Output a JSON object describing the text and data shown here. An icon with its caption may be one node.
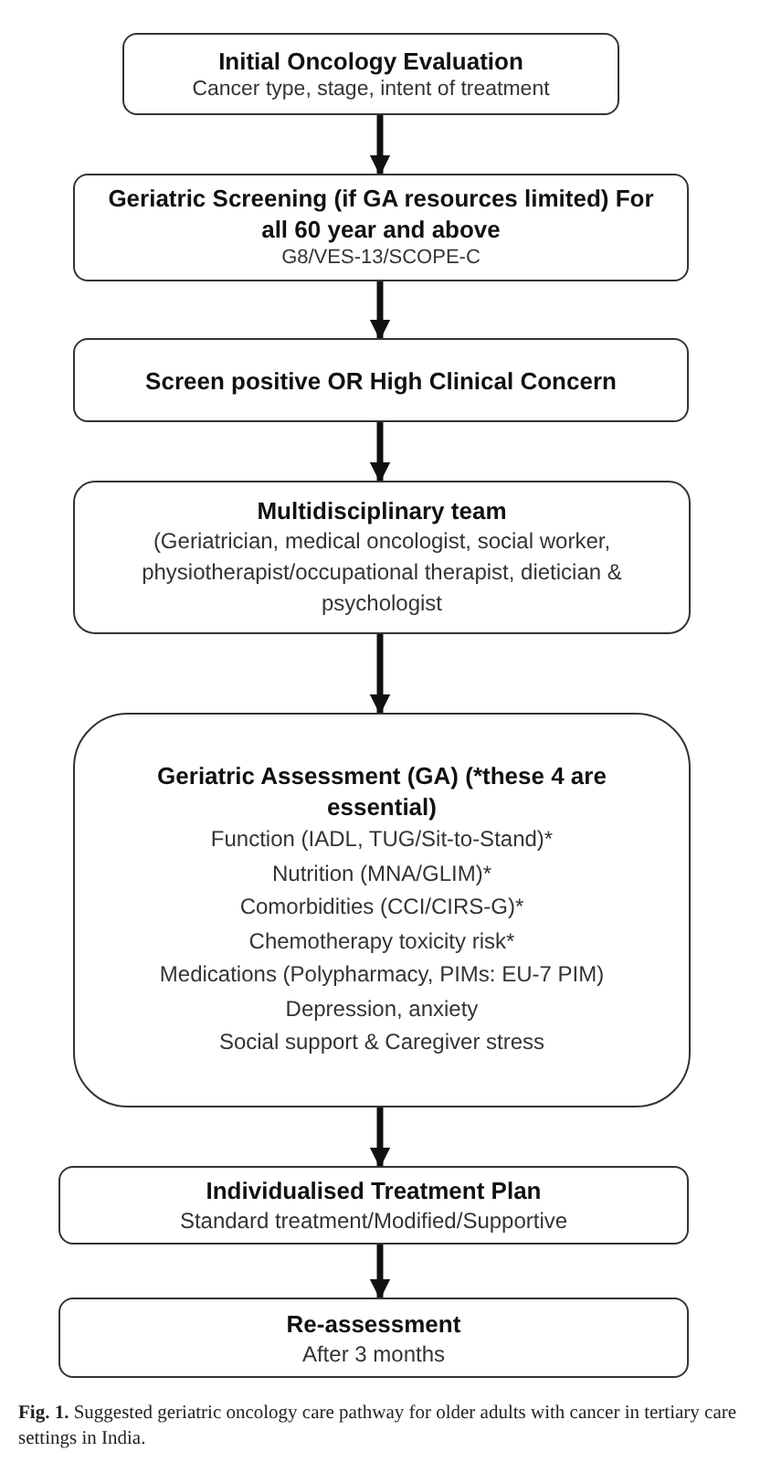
{
  "diagram": {
    "caption": "**Fig. 1.** Suggested geriatric oncology care pathway for older adults with cancer in tertiary care settings in India.",
    "nodes": [
      {
        "text": [
          "Initial Oncology Evaluation",
          "Cancer type, stage, intent of treatment"
        ]
      },
      {
        "text": [
          "Geriatric Screening (if GA resources limited) For all 60 year and above",
          "G8/VES-13/SCOPE-C"
        ]
      },
      {
        "text": [
          "Screen positive OR High Clinical Concern"
        ]
      },
      {
        "text": [
          "Multidisciplinary team",
          "(Geriatrician, medical oncologist, social worker, physiotherapist/occupational therapist, dietician & psychologist"
        ]
      },
      {
        "text": [
          "Geriatric Assessment (GA) (*these 4 are essential)",
          "Function (IADL, TUG/Sit-to-Stand)*",
          "Nutrition (MNA/GLIM)*",
          "Comorbidities (CCI/CIRS-G)*",
          "Chemotherapy toxicity risk*",
          "Medications (Polypharmacy, PIMs: EU-7 PIM)",
          "Depression, anxiety",
          "Social support & Caregiver stress"
        ]
      },
      {
        "text": [
          "Individualised Treatment Plan",
          "Standard treatment/Modified/Supportive"
        ]
      },
      {
        "text": [
          "Re-assessment",
          "After 3 months"
        ]
      }
    ],
    "edges": [
      {
        "from": 0,
        "to": 1,
        "arrow": "to"
      },
      {
        "from": 1,
        "to": 2,
        "arrow": "to"
      },
      {
        "from": 2,
        "to": 3,
        "arrow": "to"
      },
      {
        "from": 3,
        "to": 4,
        "arrow": "to"
      },
      {
        "from": 4,
        "to": 5,
        "arrow": "to"
      },
      {
        "from": 5,
        "to": 6,
        "arrow": "to"
      }
    ]
  }
}
